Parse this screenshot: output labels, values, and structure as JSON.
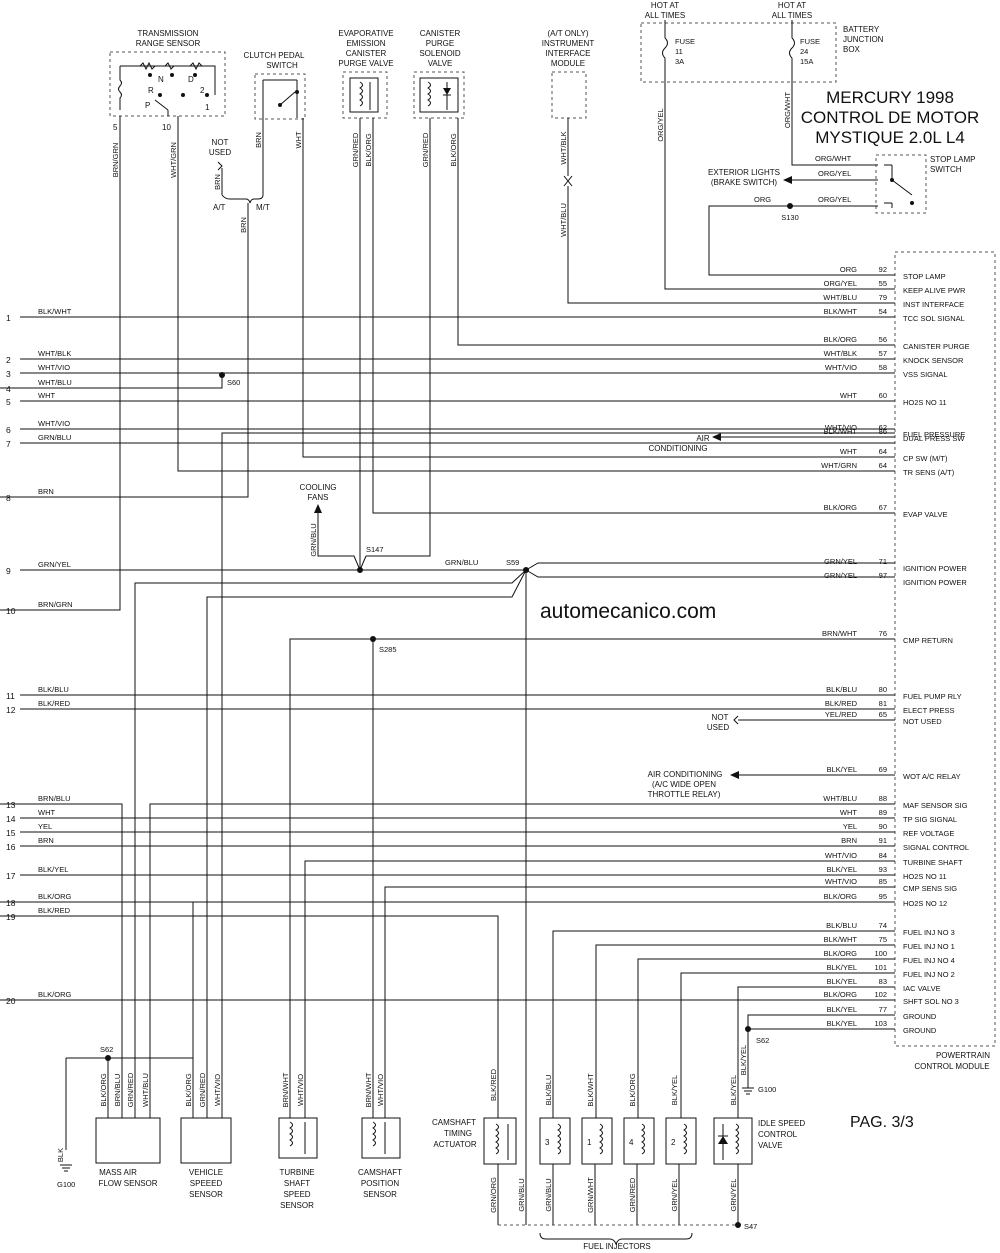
{
  "title": [
    "MERCURY 1998",
    "CONTROL DE MOTOR",
    "MYSTIQUE 2.0L L4"
  ],
  "watermark": "automecanico.com",
  "page_label": "PAG. 3/3",
  "pcm_label": [
    "POWERTRAIN",
    "CONTROL MODULE"
  ],
  "fuel_injectors_label": "FUEL INJECTORS",
  "top": {
    "hot1": [
      "HOT AT",
      "ALL TIMES"
    ],
    "hot2": [
      "HOT AT",
      "ALL TIMES"
    ],
    "fuse1": [
      "FUSE",
      "11",
      "3A"
    ],
    "fuse2": [
      "FUSE",
      "24",
      "15A"
    ],
    "bjb": [
      "BATTERY",
      "JUNCTION",
      "BOX"
    ],
    "stop_switch": [
      "STOP LAMP",
      "SWITCH"
    ],
    "ext_lights": [
      "EXTERIOR LIGHTS",
      "(BRAKE SWITCH)"
    ],
    "trs": [
      "TRANSMISSION",
      "RANGE SENSOR"
    ],
    "trs_letters": [
      "N",
      "D",
      "R",
      "2",
      "P",
      "1"
    ],
    "trs_pins": [
      "5",
      "10"
    ],
    "clutch": [
      "CLUTCH PEDAL",
      "SWITCH"
    ],
    "evap": [
      "EVAPORATIVE",
      "EMISSION",
      "CANISTER",
      "PURGE VALVE"
    ],
    "canister": [
      "CANISTER",
      "PURGE",
      "SOLENOID",
      "VALVE"
    ],
    "iim": [
      "(A/T ONLY)",
      "INSTRUMENT",
      "INTERFACE",
      "MODULE"
    ],
    "not_used": [
      "NOT",
      "USED"
    ],
    "at": "A/T",
    "mt": "M/T",
    "cooling": [
      "COOLING",
      "FANS"
    ],
    "ac_top": [
      "AIR",
      "CONDITIONING"
    ],
    "ac_mid": [
      "AIR CONDITIONING",
      "(A/C WIDE OPEN",
      "THROTTLE RELAY)"
    ],
    "not_used2": [
      "NOT",
      "USED"
    ]
  },
  "vertical_wire_labels": [
    "BRN/GRN",
    "WHT/GRN",
    "BRN",
    "WHT",
    "BRN",
    "BRN",
    "GRN/RED",
    "BLK/ORG",
    "GRN/RED",
    "BLK/ORG",
    "WHT/BLK",
    "WHT/BLU",
    "ORG/YEL",
    "ORG/WHT",
    "GRN/BLU"
  ],
  "top_horizontal_labels": [
    "ORG/WHT",
    "ORG/YEL",
    "ORG",
    "ORG/YEL"
  ],
  "splices": [
    "S130",
    "S60",
    "S147",
    "S59",
    "S285",
    "S62",
    "S62",
    "S47"
  ],
  "grounds": [
    "G100",
    "G100"
  ],
  "blk_label": "BLK",
  "left_rows": [
    {
      "n": "1",
      "c": "BLK/WHT"
    },
    {
      "n": "2",
      "c": "WHT/BLK"
    },
    {
      "n": "3",
      "c": "WHT/VIO"
    },
    {
      "n": "4",
      "c": "WHT/BLU"
    },
    {
      "n": "5",
      "c": "WHT"
    },
    {
      "n": "6",
      "c": "WHT/VIO"
    },
    {
      "n": "7",
      "c": "GRN/BLU"
    },
    {
      "n": "8",
      "c": "BRN"
    },
    {
      "n": "9",
      "c": "GRN/YEL"
    },
    {
      "n": "10",
      "c": "BRN/GRN"
    },
    {
      "n": "11",
      "c": "BLK/BLU"
    },
    {
      "n": "12",
      "c": "BLK/RED"
    },
    {
      "n": "13",
      "c": "BRN/BLU"
    },
    {
      "n": "14",
      "c": "WHT"
    },
    {
      "n": "15",
      "c": "YEL"
    },
    {
      "n": "16",
      "c": "BRN"
    },
    {
      "n": "17",
      "c": "BLK/YEL"
    },
    {
      "n": "18",
      "c": "BLK/ORG"
    },
    {
      "n": "19",
      "c": "BLK/RED"
    },
    {
      "n": "20",
      "c": "BLK/ORG"
    }
  ],
  "s59_label": "GRN/BLU",
  "pcm_pins": [
    {
      "c": "ORG",
      "p": "92",
      "f": "STOP LAMP"
    },
    {
      "c": "ORG/YEL",
      "p": "55",
      "f": "KEEP ALIVE PWR"
    },
    {
      "c": "WHT/BLU",
      "p": "79",
      "f": "INST INTERFACE"
    },
    {
      "c": "BLK/WHT",
      "p": "54",
      "f": "TCC SOL SIGNAL"
    },
    {
      "c": "BLK/ORG",
      "p": "56",
      "f": "CANISTER PURGE"
    },
    {
      "c": "WHT/BLK",
      "p": "57",
      "f": "KNOCK SENSOR"
    },
    {
      "c": "WHT/VIO",
      "p": "58",
      "f": "VSS SIGNAL"
    },
    {
      "c": "WHT",
      "p": "60",
      "f": "HO2S NO 11"
    },
    {
      "c": "WHT/VIO",
      "p": "62",
      "f": "FUEL PRESSURE"
    },
    {
      "c": "BLK/WHT",
      "p": "86",
      "f": "DUAL PRESS SW"
    },
    {
      "c": "WHT",
      "p": "64",
      "f": "CP SW (M/T)"
    },
    {
      "c": "WHT/GRN",
      "p": "64",
      "f": "TR SENS (A/T)"
    },
    {
      "c": "BLK/ORG",
      "p": "67",
      "f": "EVAP VALVE"
    },
    {
      "c": "GRN/YEL",
      "p": "71",
      "f": "IGNITION POWER"
    },
    {
      "c": "GRN/YEL",
      "p": "97",
      "f": "IGNITION POWER"
    },
    {
      "c": "BRN/WHT",
      "p": "76",
      "f": "CMP RETURN"
    },
    {
      "c": "BLK/BLU",
      "p": "80",
      "f": "FUEL PUMP RLY"
    },
    {
      "c": "BLK/RED",
      "p": "81",
      "f": "ELECT PRESS"
    },
    {
      "c": "YEL/RED",
      "p": "65",
      "f": "NOT USED"
    },
    {
      "c": "BLK/YEL",
      "p": "69",
      "f": "WOT A/C RELAY"
    },
    {
      "c": "WHT/BLU",
      "p": "88",
      "f": "MAF SENSOR SIG"
    },
    {
      "c": "WHT",
      "p": "89",
      "f": "TP SIG SIGNAL"
    },
    {
      "c": "YEL",
      "p": "90",
      "f": "REF VOLTAGE"
    },
    {
      "c": "BRN",
      "p": "91",
      "f": "SIGNAL CONTROL"
    },
    {
      "c": "WHT/VIO",
      "p": "84",
      "f": "TURBINE SHAFT"
    },
    {
      "c": "BLK/YEL",
      "p": "93",
      "f": "HO2S NO 11"
    },
    {
      "c": "WHT/VIO",
      "p": "85",
      "f": "CMP SENS SIG"
    },
    {
      "c": "BLK/ORG",
      "p": "95",
      "f": "HO2S NO 12"
    },
    {
      "c": "BLK/BLU",
      "p": "74",
      "f": "FUEL INJ NO 3"
    },
    {
      "c": "BLK/WHT",
      "p": "75",
      "f": "FUEL INJ NO 1"
    },
    {
      "c": "BLK/ORG",
      "p": "100",
      "f": "FUEL INJ NO 4"
    },
    {
      "c": "BLK/YEL",
      "p": "101",
      "f": "FUEL INJ NO 2"
    },
    {
      "c": "BLK/YEL",
      "p": "83",
      "f": "IAC VALVE"
    },
    {
      "c": "BLK/ORG",
      "p": "102",
      "f": "SHFT SOL NO 3"
    },
    {
      "c": "BLK/YEL",
      "p": "77",
      "f": "GROUND"
    },
    {
      "c": "BLK/YEL",
      "p": "103",
      "f": "GROUND"
    }
  ],
  "bottom": {
    "maf": {
      "label": [
        "MASS AIR",
        "FLOW SENSOR"
      ],
      "wires": [
        "BLK/ORG",
        "BRN/BLU",
        "GRN/RED",
        "WHT/BLU"
      ]
    },
    "vss": {
      "label": [
        "VEHICLE",
        "SPEEED",
        "SENSOR"
      ],
      "wires": [
        "BLK/ORG",
        "GRN/RED",
        "WHT/VIO"
      ]
    },
    "tss": {
      "label": [
        "TURBINE",
        "SHAFT",
        "SPEED",
        "SENSOR"
      ],
      "wires": [
        "BRN/WHT",
        "WHT/VIO"
      ]
    },
    "cmp": {
      "label": [
        "CAMSHAFT",
        "POSITION",
        "SENSOR"
      ],
      "wires": [
        "BRN/WHT",
        "WHT/VIO"
      ]
    },
    "cta": {
      "label": [
        "CAMSHAFT",
        "TIMING",
        "ACTUATOR"
      ],
      "wire_top": "BLK/RED",
      "wire_bottom": [
        "GRN/ORG",
        "GRN/BLU"
      ]
    },
    "inj": [
      {
        "num": "3",
        "top": "BLK/BLU",
        "bottom": "GRN/BLU"
      },
      {
        "num": "1",
        "top": "BLK/WHT",
        "bottom": "GRN/WHT"
      },
      {
        "num": "4",
        "top": "BLK/ORG",
        "bottom": "GRN/RED"
      },
      {
        "num": "2",
        "top": "BLK/YEL",
        "bottom": "GRN/YEL"
      }
    ],
    "iac": {
      "label": [
        "IDLE SPEED",
        "CONTROL",
        "VALVE"
      ],
      "top": "BLK/YEL",
      "bottom": "GRN/YEL"
    },
    "blk_yel_gnd": "BLK/YEL"
  }
}
